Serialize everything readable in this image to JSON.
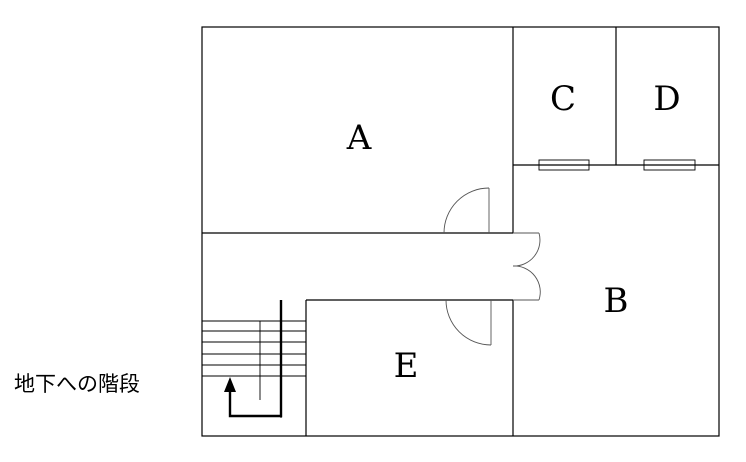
{
  "rooms": {
    "a": "A",
    "b": "B",
    "c": "C",
    "d": "D",
    "e": "E"
  },
  "stairs_label": "地下への階段"
}
